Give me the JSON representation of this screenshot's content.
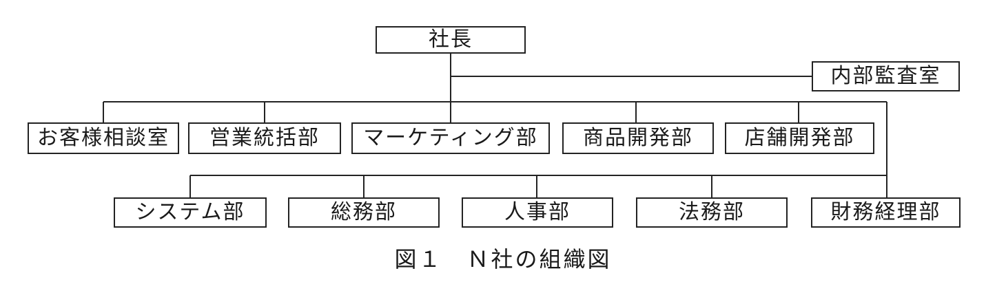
{
  "diagram": {
    "type": "organization-chart",
    "president": "社長",
    "audit": "内部監査室",
    "row1": [
      "お客様相談室",
      "営業統括部",
      "マーケティング部",
      "商品開発部",
      "店舗開発部"
    ],
    "row2": [
      "システム部",
      "総務部",
      "人事部",
      "法務部",
      "財務経理部"
    ],
    "caption": "図１　Ｎ社の組織図",
    "line_color": "#222222"
  }
}
